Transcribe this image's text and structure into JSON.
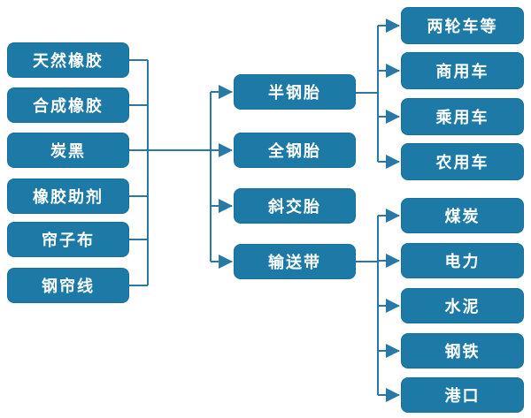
{
  "diagram": {
    "type": "industry-chain-flow",
    "colors": {
      "box_fill": "#1d7aa6",
      "box_border": "#176f9b",
      "line": "#2878a8",
      "text": "#ffffff",
      "background": "#ffffff"
    },
    "columns": {
      "materials": {
        "items": [
          "天然橡胶",
          "合成橡胶",
          "炭黑",
          "橡胶助剂",
          "帘子布",
          "钢帘线"
        ]
      },
      "products": {
        "items": [
          "半钢胎",
          "全钢胎",
          "斜交胎",
          "输送带"
        ]
      },
      "tire_applications": {
        "items": [
          "两轮车等",
          "商用车",
          "乘用车",
          "农用车"
        ]
      },
      "belt_applications": {
        "items": [
          "煤炭",
          "电力",
          "水泥",
          "钢铁",
          "港口"
        ]
      }
    },
    "relationships": [
      {
        "from": [
          "天然橡胶",
          "合成橡胶",
          "炭黑",
          "橡胶助剂",
          "帘子布",
          "钢帘线"
        ],
        "to": [
          "半钢胎",
          "全钢胎",
          "斜交胎",
          "输送带"
        ]
      },
      {
        "from": [
          "半钢胎"
        ],
        "to": [
          "两轮车等",
          "商用车",
          "乘用车",
          "农用车"
        ]
      },
      {
        "from": [
          "输送带"
        ],
        "to": [
          "煤炭",
          "电力",
          "水泥",
          "钢铁",
          "港口"
        ]
      }
    ]
  }
}
